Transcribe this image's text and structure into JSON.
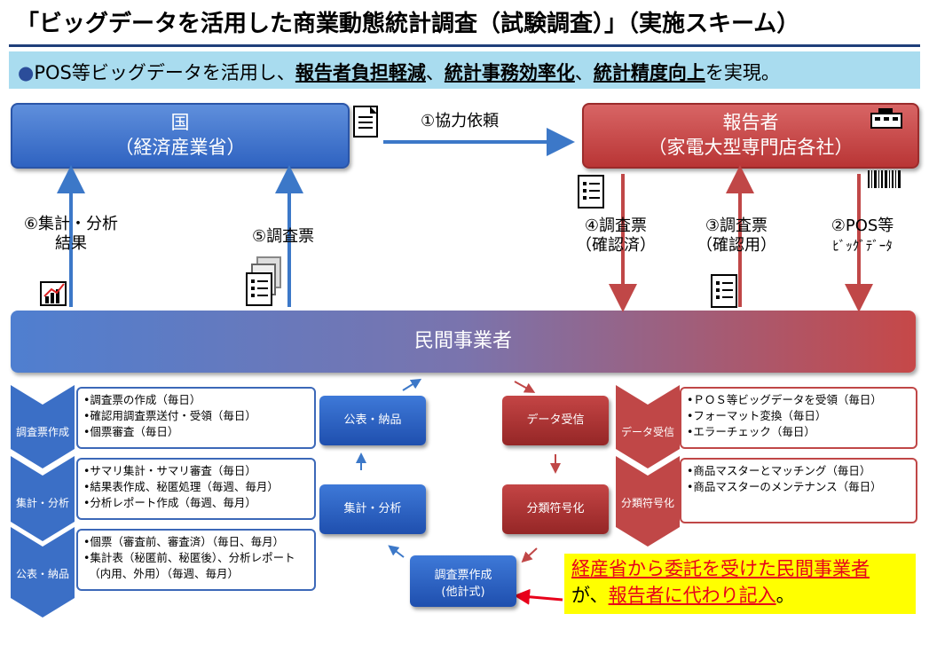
{
  "title": "「ビッグデータを活用した商業動態統計調査（試験調査）」（実施スキーム）",
  "banner": {
    "bullet": "●",
    "pre": "POS等ビッグデータを活用し、",
    "k1": "報告者負担軽減",
    "sep1": "、",
    "k2": "統計事務効率化",
    "sep2": "、",
    "k3": "統計精度向上",
    "post": "を実現。"
  },
  "government": {
    "line1": "国",
    "line2": "（経済産業省）"
  },
  "reporter": {
    "line1": "報告者",
    "line2": "（家電大型専門店各社）"
  },
  "private": {
    "label": "民間事業者"
  },
  "arrows": {
    "a1": "①協力依頼",
    "a2_line1": "②POS等",
    "a2_line2": "ﾋﾞｯｸﾞﾃﾞｰﾀ",
    "a3_line1": "③調査票",
    "a3_line2": "（確認用）",
    "a4_line1": "④調査票",
    "a4_line2": "（確認済）",
    "a5": "⑤調査票",
    "a6_line1": "⑥集計・分析",
    "a6_line2": "結果"
  },
  "left_steps": [
    {
      "label": "調査票作成",
      "items": [
        "•調査票の作成（毎日）",
        "•確認用調査票送付・受領（毎日）",
        "•個票審査（毎日）"
      ]
    },
    {
      "label": "集計・分析",
      "items": [
        "•サマリ集計・サマリ審査（毎日）",
        "•結果表作成、秘匿処理（毎週、毎月）",
        "•分析レポート作成（毎週、毎月）"
      ]
    },
    {
      "label": "公表・納品",
      "items": [
        "•個票（審査前、審査済）（毎日、毎月）",
        "•集計表（秘匿前、秘匿後）、分析レポート",
        "　（内用、外用）（毎週、毎月）"
      ]
    }
  ],
  "right_steps": [
    {
      "label": "データ受信",
      "items": [
        "•ＰＯＳ等ビッグデータを受領（毎日）",
        "•フォーマット変換（毎日）",
        "•エラーチェック（毎日）"
      ]
    },
    {
      "label": "分類符号化",
      "items": [
        "•商品マスターとマッチング（毎日）",
        "•商品マスターのメンテナンス（毎日）"
      ]
    }
  ],
  "cycle": {
    "publish": "公表・納品",
    "aggregate": "集計・分析",
    "receive": "データ受信",
    "classify": "分類符号化",
    "survey_line1": "調査票作成",
    "survey_line2": "(他計式)"
  },
  "note": {
    "line1": "経産省から委託を受けた民間事業者",
    "line2_pre": "が、",
    "line2_red": "報告者に代わり記入",
    "line2_post": "。"
  },
  "colors": {
    "blue": "#2f63c1",
    "red": "#b93535",
    "banner": "#a9dcef",
    "note": "#ffff00"
  }
}
